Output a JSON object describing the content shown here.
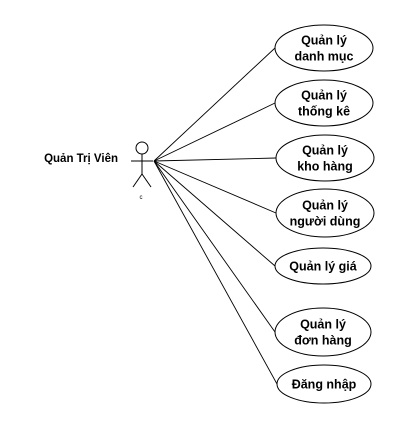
{
  "actor": {
    "name": "Quản Trị Viên",
    "tag": "c"
  },
  "use_cases": [
    {
      "id": "category",
      "lines": [
        "Quản lý",
        "danh mục"
      ]
    },
    {
      "id": "statistics",
      "lines": [
        "Quản lý",
        "thống kê"
      ]
    },
    {
      "id": "warehouse",
      "lines": [
        "Quản lý",
        "kho hàng"
      ]
    },
    {
      "id": "users",
      "lines": [
        "Quản lý",
        "người dùng"
      ]
    },
    {
      "id": "price",
      "lines": [
        "Quản lý giá"
      ]
    },
    {
      "id": "orders",
      "lines": [
        "Quản lý",
        "đơn hàng"
      ]
    },
    {
      "id": "login",
      "lines": [
        "Đăng nhập"
      ]
    }
  ],
  "colors": {
    "stroke": "#000000",
    "fill": "#ffffff"
  }
}
